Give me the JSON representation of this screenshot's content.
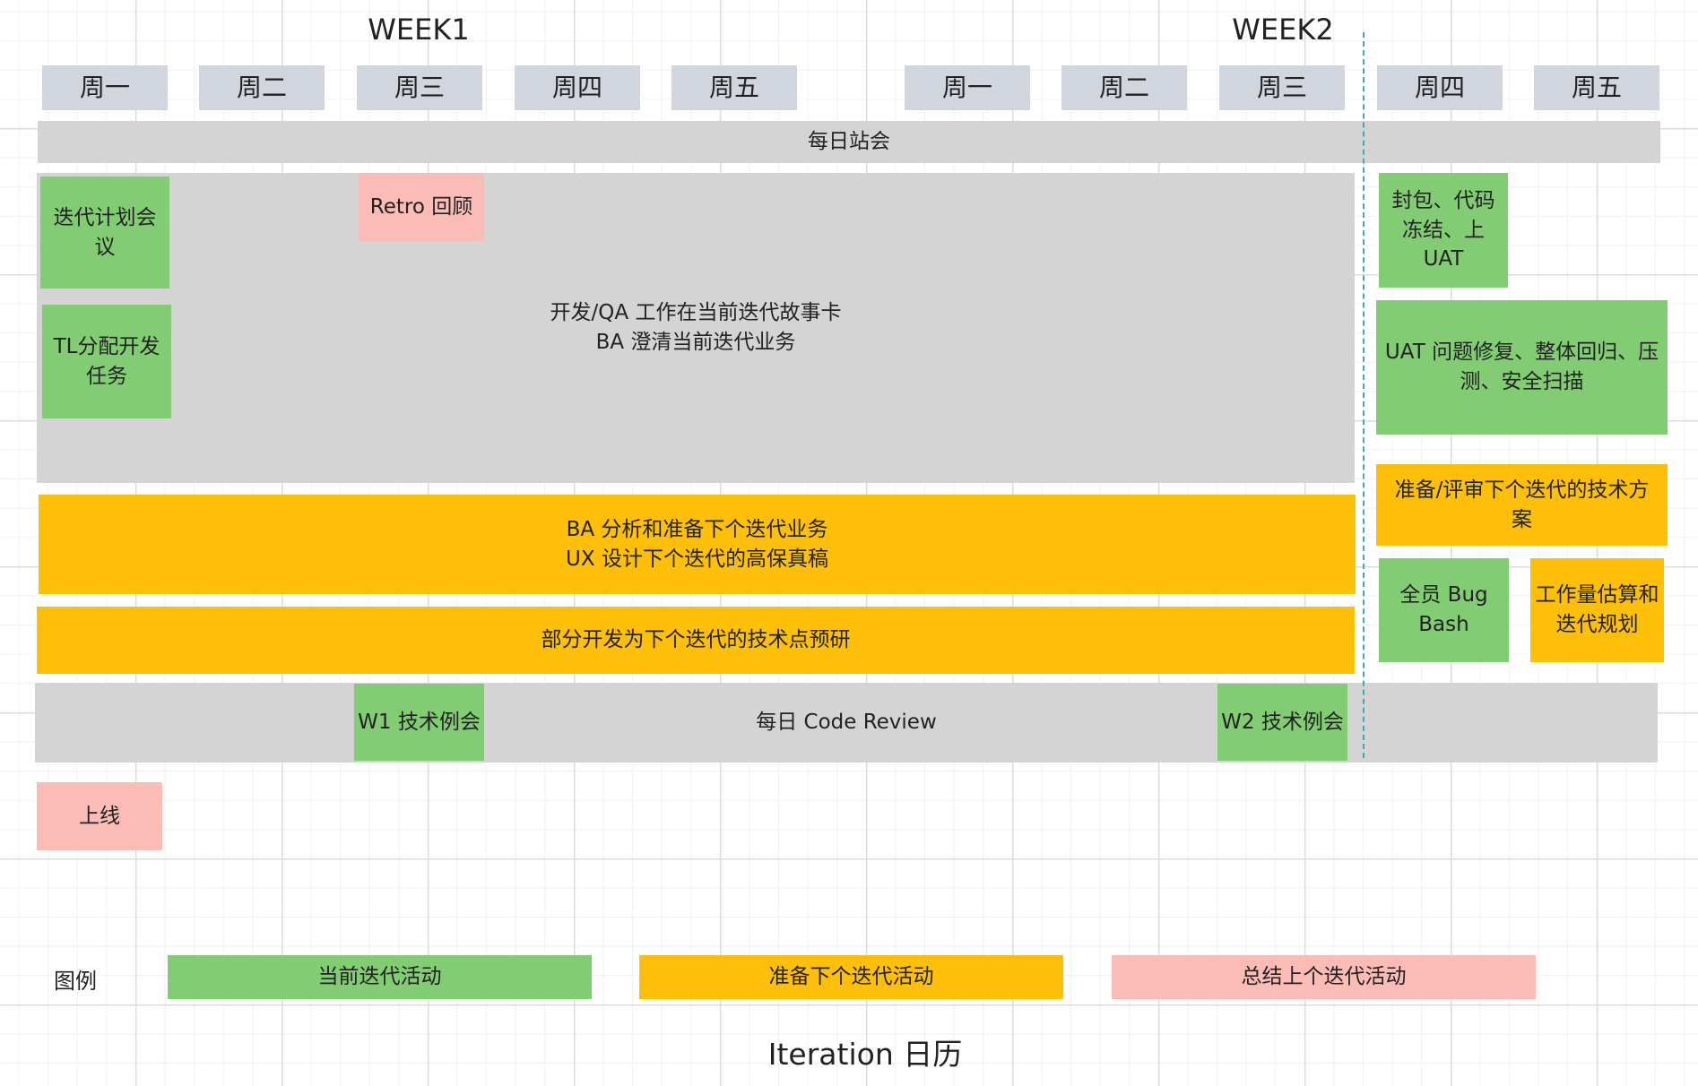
{
  "weeks": [
    "WEEK1",
    "WEEK2"
  ],
  "days": [
    "周一",
    "周二",
    "周三",
    "周四",
    "周五",
    "周一",
    "周二",
    "周三",
    "周四",
    "周五"
  ],
  "events": {
    "daily_standup": "每日站会",
    "dev_qa_ba": "开发/QA 工作在当前迭代故事卡\nBA 澄清当前迭代业务",
    "iteration_planning": "迭代计划会\n议",
    "retro": "Retro 回顾",
    "tl_assign": "TL分配开发\n任务",
    "package_freeze": "封包、代码\n冻结、上\nUAT",
    "uat_fix": "UAT 问题修复、整体回归、压\n测、安全扫描",
    "ba_ux_next": "BA 分析和准备下个迭代业务\nUX 设计下个迭代的高保真稿",
    "tech_review_next": "准备/评审下个迭代的技术方\n案",
    "tech_research": "部分开发为下个迭代的技术点预研",
    "bug_bash": "全员 Bug\nBash",
    "estimation": "工作量估算和\n迭代规划",
    "code_review": "每日 Code Review",
    "w1_tech": "W1 技术例会",
    "w2_tech": "W2 技术例会",
    "release": "上线"
  },
  "legend": {
    "label": "图例",
    "current": "当前迭代活动",
    "next": "准备下个迭代活动",
    "previous": "总结上个迭代活动"
  },
  "colors": {
    "current": "#82cd74",
    "next": "#fdbf07",
    "previous": "#fbbcb8",
    "neutral": "#d4d4d4",
    "day_header": "#d1d6de",
    "divider": "#3fa9b5"
  },
  "title": "Iteration 日历"
}
